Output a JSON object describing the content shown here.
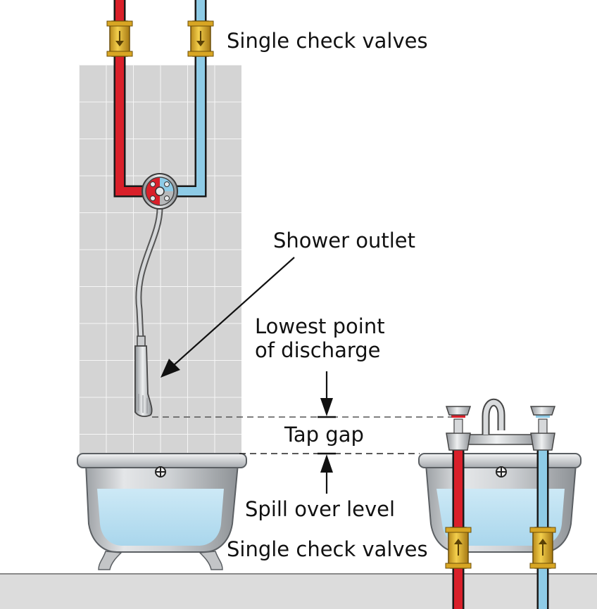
{
  "labels": {
    "check_valves_top": "Single check valves",
    "shower_outlet": "Shower outlet",
    "lowest_point_line1": "Lowest point",
    "lowest_point_line2": "of discharge",
    "tap_gap": "Tap gap",
    "spill_over_level": "Spill over level",
    "check_valves_bottom": "Single check valves"
  },
  "colors": {
    "hot_pipe": "#d9202a",
    "cold_pipe": "#8ecbe6",
    "valve_brass": "#e2b325",
    "tile": "#d3d3d3",
    "tile_grout": "#f4f4f4",
    "water": "#bfe1f2",
    "bath_shell": "#c4c6c8",
    "floor": "#dcdcdc"
  },
  "icons": {
    "valve": "check-valve-icon",
    "mixer": "shower-mixer-icon",
    "shower_head": "shower-head-icon",
    "overflow": "overflow-plug-icon",
    "tap": "bath-tap-icon"
  }
}
